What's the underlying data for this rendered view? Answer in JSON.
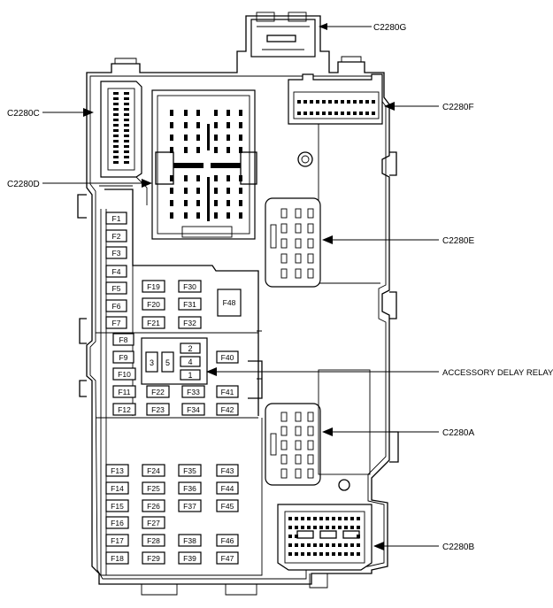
{
  "connectors": {
    "c2280g": "C2280G",
    "c2280f": "C2280F",
    "c2280c": "C2280C",
    "c2280d": "C2280D",
    "c2280e": "C2280E",
    "c2280a": "C2280A",
    "c2280b": "C2280B",
    "relay": "ACCESSORY DELAY RELAY"
  },
  "fuses": {
    "col1": [
      "F1",
      "F2",
      "F3",
      "F4",
      "F5",
      "F6",
      "F7",
      "F8",
      "F9",
      "F10",
      "F11",
      "F12",
      "F13",
      "F14",
      "F15",
      "F16",
      "F17",
      "F18"
    ],
    "col2": [
      "F19",
      "F20",
      "F21",
      "F22",
      "F23",
      "F24",
      "F25",
      "F26",
      "F27",
      "F28",
      "F29"
    ],
    "col3": [
      "F30",
      "F31",
      "F32",
      "F33",
      "F34",
      "F35",
      "F36",
      "F37",
      "F38",
      "F39"
    ],
    "col4": [
      "F40",
      "F41",
      "F42",
      "F43",
      "F44",
      "F45",
      "F46",
      "F47"
    ],
    "big": "F48"
  },
  "relay_block": {
    "left": [
      "3",
      "5"
    ],
    "right": [
      "2",
      "4",
      "1"
    ]
  }
}
